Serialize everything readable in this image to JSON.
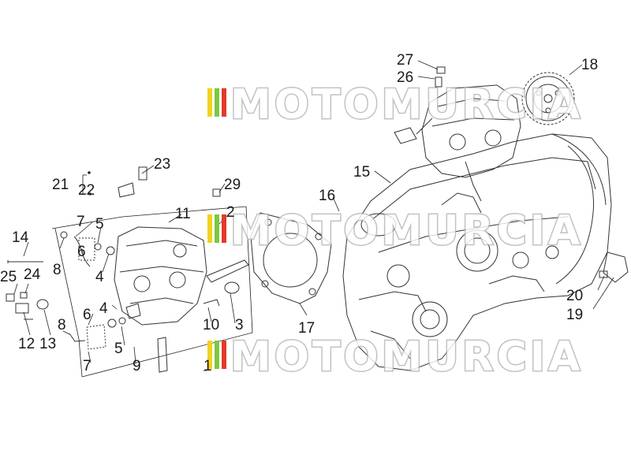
{
  "watermark": {
    "text": "MOTOMURCIA",
    "flag_colors": [
      "#f2d21c",
      "#7ec742",
      "#e23a2a"
    ]
  },
  "callouts": [
    {
      "n": "1"
    },
    {
      "n": "2"
    },
    {
      "n": "3"
    },
    {
      "n": "4"
    },
    {
      "n": "4"
    },
    {
      "n": "5"
    },
    {
      "n": "5"
    },
    {
      "n": "6"
    },
    {
      "n": "6"
    },
    {
      "n": "7"
    },
    {
      "n": "7"
    },
    {
      "n": "8"
    },
    {
      "n": "8"
    },
    {
      "n": "9"
    },
    {
      "n": "10"
    },
    {
      "n": "11"
    },
    {
      "n": "12"
    },
    {
      "n": "13"
    },
    {
      "n": "14"
    },
    {
      "n": "15"
    },
    {
      "n": "16"
    },
    {
      "n": "17"
    },
    {
      "n": "18"
    },
    {
      "n": "19"
    },
    {
      "n": "20"
    },
    {
      "n": "21"
    },
    {
      "n": "22"
    },
    {
      "n": "23"
    },
    {
      "n": "24"
    },
    {
      "n": "25"
    },
    {
      "n": "26"
    },
    {
      "n": "27"
    },
    {
      "n": "29"
    }
  ]
}
